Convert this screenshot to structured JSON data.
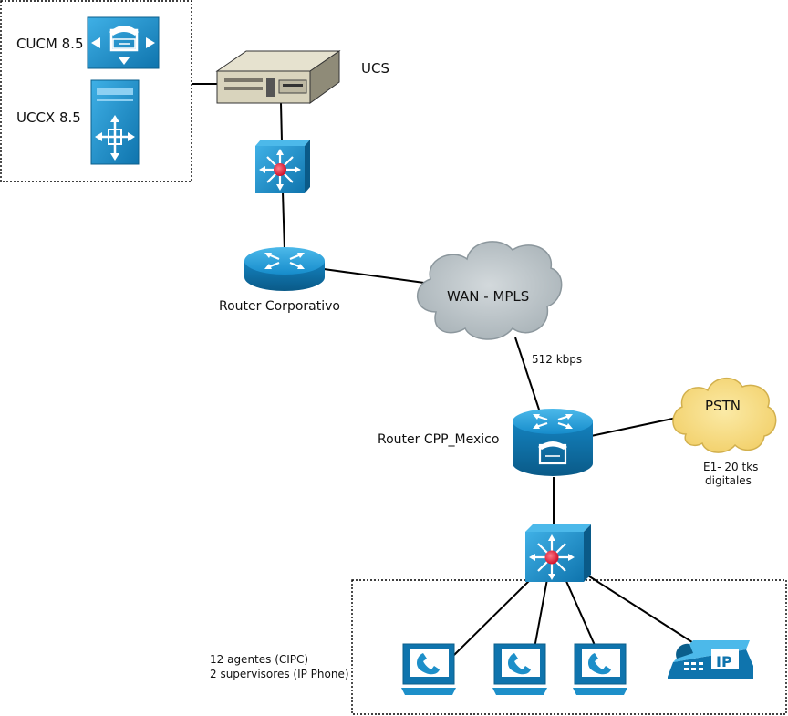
{
  "labels": {
    "cucm": "CUCM 8.5",
    "uccx": "UCCX 8.5",
    "ucs": "UCS",
    "router_corp": "Router Corporativo",
    "wan": "WAN - MPLS",
    "link_speed": "512 kbps",
    "router_cpp": "Router CPP_Mexico",
    "pstn": "PSTN",
    "e1_line1": "E1- 20 tks",
    "e1_line2": "digitales",
    "agents_line1": "12 agentes (CIPC)",
    "agents_line2": "2 supervisores (IP Phone)",
    "ip_badge": "IP"
  },
  "colors": {
    "cisco_blue": "#1d8fc9",
    "cisco_dark": "#0b5f8c",
    "cloud_gray": "#b9c2c6",
    "cloud_yellow": "#f7df85",
    "switch_red": "#e8203a"
  }
}
